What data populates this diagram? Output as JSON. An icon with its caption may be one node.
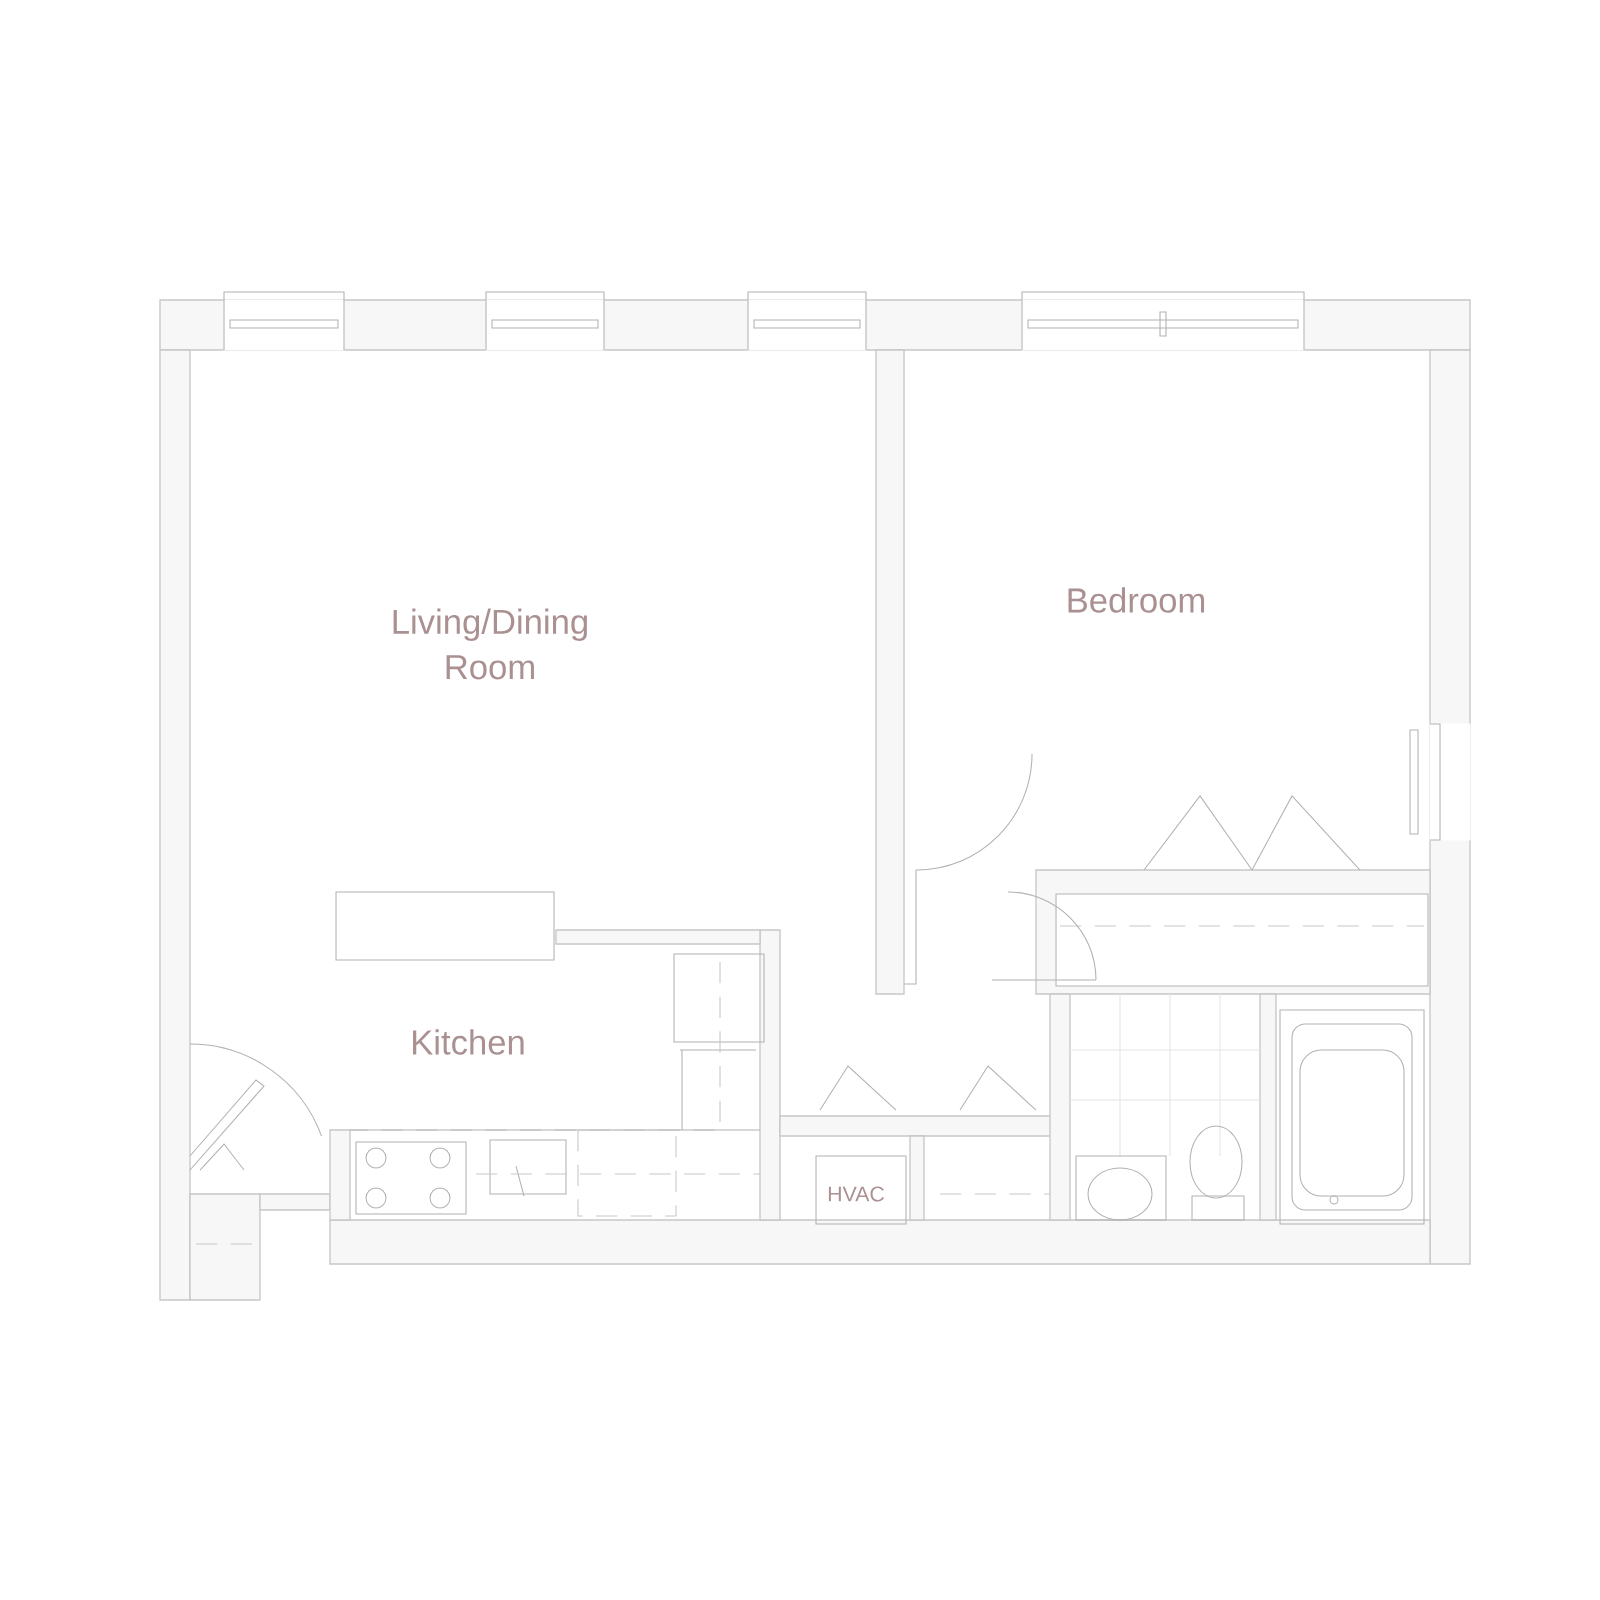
{
  "diagram": {
    "labels": [
      "Living/Dining Room",
      "Bedroom",
      "Kitchen",
      "HVAC"
    ]
  }
}
